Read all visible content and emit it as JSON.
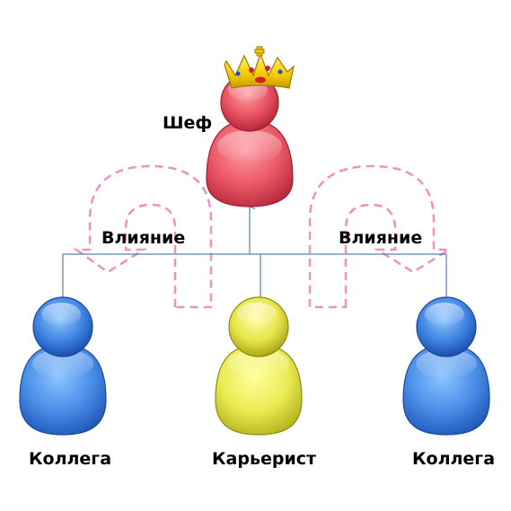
{
  "labels": {
    "boss": "Шеф",
    "influence_left": "Влияние",
    "influence_right": "Влияние",
    "colleague_left": "Коллега",
    "careerist": "Карьерист",
    "colleague_right": "Коллега"
  },
  "icons": {
    "boss": "crowned-person-icon",
    "colleague": "person-icon",
    "careerist": "person-icon",
    "influence": "u-turn-arrow-icon"
  },
  "colors": {
    "boss_figure": "#e05060",
    "colleague_figure": "#3a7fe0",
    "careerist_figure": "#e8e84a",
    "crown": "#f5d000",
    "connector_line": "#5a7fb0",
    "influence_arrow": "#f090c0"
  }
}
